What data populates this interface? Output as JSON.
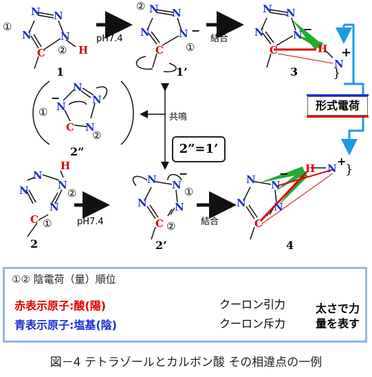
{
  "labels": {
    "circ1": "①",
    "circ2": "②",
    "N": "N",
    "C": "C",
    "H": "H",
    "minus": "−",
    "plus": "+",
    "ph": "pH7.4",
    "bind": "結合",
    "resonance": "共鳴",
    "c1": "1",
    "c1p": "1’",
    "c2": "2",
    "c2p": "2’",
    "c2pp": "2”",
    "c3": "3",
    "c4": "4"
  },
  "formal_charge": "形式電荷",
  "equivalence": "2”=1’",
  "legend": {
    "title": "①② 陰電荷（量）順位",
    "red_prefix": "赤表示原子:",
    "red_value": "酸(陽)",
    "blue_prefix": "青表示原子:",
    "blue_value": "塩基(陰)",
    "green_item": "クーロン引力",
    "red_item": "クーロン斥力",
    "note_line1": "太さで力",
    "note_line2": "量を表す"
  },
  "caption": "図－4 テトラゾールとカルボン酸 その相違点の一例",
  "colors": {
    "nitrogen": "#1a2fd0",
    "carbon": "#e00000",
    "attraction": "#22aa33",
    "repulsion": "#e00000",
    "connector": "#1a9be0"
  }
}
